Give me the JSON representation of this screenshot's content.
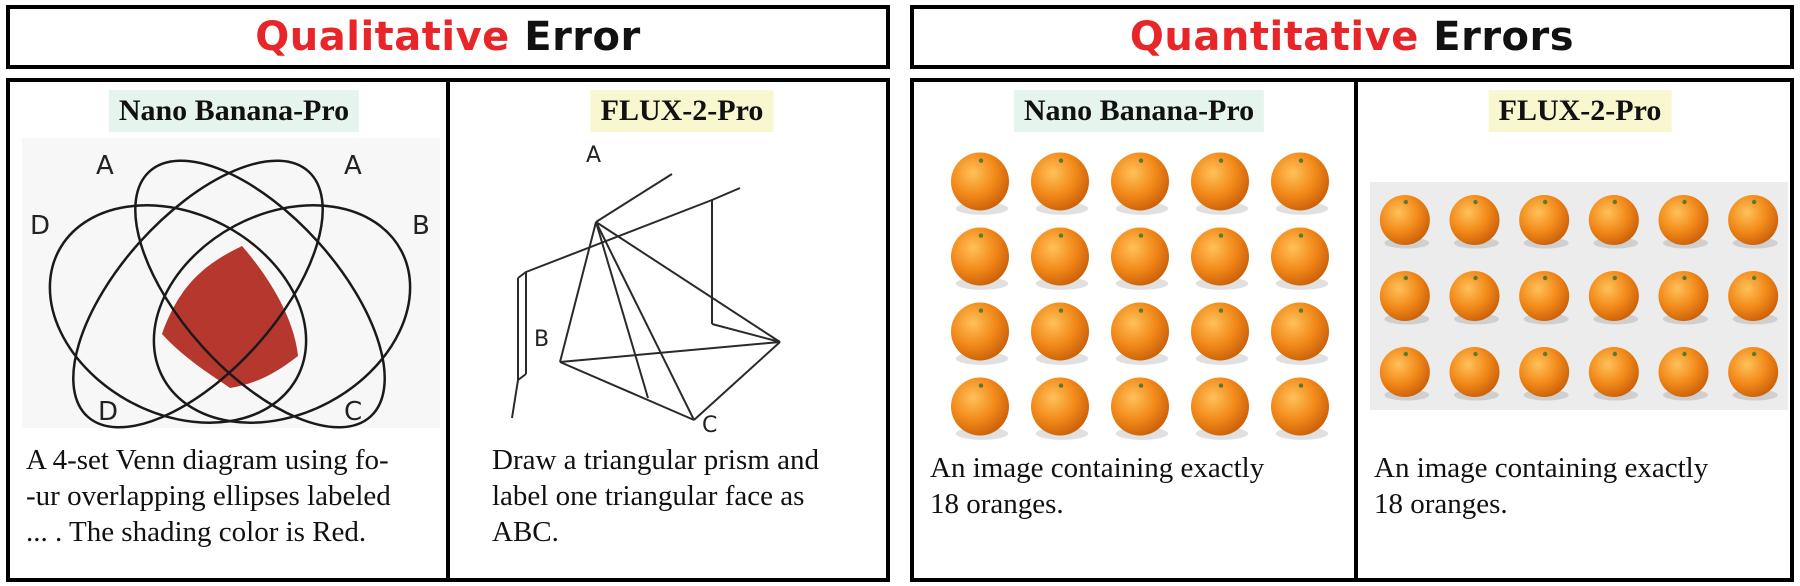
{
  "qualitative": {
    "title_highlight": "Qualitative",
    "title_rest": "Error",
    "panels": [
      {
        "model": "Nano Banana-Pro",
        "caption": "A 4-set Venn diagram using fo-\n-ur overlapping ellipses labeled\n... . The shading color is Red.",
        "venn_labels": {
          "top_left": "A",
          "top_right": "A",
          "left": "D",
          "right": "B",
          "bottom_left": "D",
          "bottom_right": "C"
        },
        "shading_color": "#b5372d"
      },
      {
        "model": "FLUX-2-Pro",
        "caption": "Draw a triangular prism and\nlabel one triangular face as\nABC.",
        "vertex_labels": {
          "a": "A",
          "b": "B",
          "c": "C"
        }
      }
    ]
  },
  "quantitative": {
    "title_highlight": "Quantitative",
    "title_rest": "Errors",
    "panels": [
      {
        "model": "Nano Banana-Pro",
        "caption": "An image containing exactly\n18 oranges.",
        "orange_rows": 4,
        "orange_cols": 5
      },
      {
        "model": "FLUX-2-Pro",
        "caption": "An image containing exactly\n18 oranges.",
        "orange_rows": 3,
        "orange_cols": 6
      }
    ]
  },
  "colors": {
    "highlight_red": "#e8262a",
    "label_green": "#e6f4ee",
    "label_yellow": "#f8f7cf",
    "orange": "#f28a1a"
  }
}
